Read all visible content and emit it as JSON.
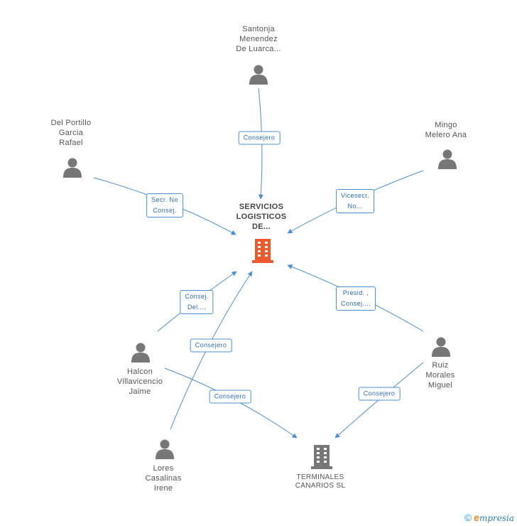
{
  "nodes": {
    "main_company": {
      "label": "SERVICIOS\nLOGISTICOS\nDE...",
      "icon": "building-icon",
      "color": "#ee5a2e"
    },
    "terminales": {
      "label": "TERMINALES\nCANARIOS SL",
      "icon": "building-icon",
      "color": "#777777"
    },
    "santonja": {
      "label": "Santonja\nMenendez\nDe Luarca...",
      "icon": "person-icon"
    },
    "del_portillo": {
      "label": "Del Portillo\nGarcia\nRafael",
      "icon": "person-icon"
    },
    "mingo": {
      "label": "Mingo\nMelero Ana",
      "icon": "person-icon"
    },
    "halcon": {
      "label": "Halcon\nVillavicencio\nJaime",
      "icon": "person-icon"
    },
    "ruiz": {
      "label": "Ruiz\nMorales\nMiguel",
      "icon": "person-icon"
    },
    "lores": {
      "label": "Lores\nCasalinas\nIrene",
      "icon": "person-icon"
    }
  },
  "edges": {
    "santonja_main": "Consejero",
    "portillo_main": "Secr.  No\nConsej.",
    "mingo_main": "Vicesecr.\nNo...",
    "halcon_main": "Consej.\nDel....",
    "lores_main": "Consejero",
    "ruiz_main": "Presid. ,\nConsej....",
    "halcon_terminales": "Consejero",
    "ruiz_terminales": "Consejero"
  },
  "colors": {
    "edge": "#4a8fd6",
    "person": "#777777"
  },
  "footer": {
    "copyright": "©",
    "brand_initial": "e",
    "brand_rest": "mpresia"
  }
}
